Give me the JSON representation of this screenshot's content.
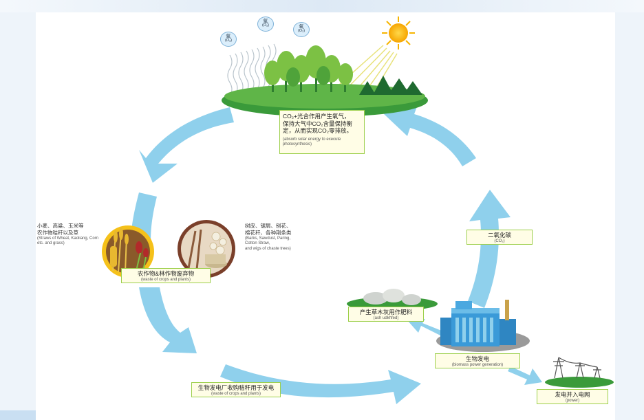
{
  "oxygen_bubbles": [
    {
      "zh": "氧",
      "formula": "(O₂)"
    },
    {
      "zh": "氧",
      "formula": "(O₂)"
    },
    {
      "zh": "氧",
      "formula": "(O₂)"
    }
  ],
  "photosynthesis": {
    "zh_line1": "CO₂+光合作用产生氧气，",
    "zh_line2": "保持大气中CO₂含量保持衡",
    "zh_line3": "定，从而实现CO₂零排放。",
    "en": "(absorb solar energy to execute photosynthesis)"
  },
  "crop_straw": {
    "zh_line1": "小麦、高粱、玉米等",
    "zh_line2": "农作物秸秆以及草",
    "en": "(Straws of Wheat, Kaoliang, Corn etc. and grass)"
  },
  "wood_waste": {
    "zh_line1": "树皮、锯屑、刨花、",
    "zh_line2": "棉花秆、各种荆条类",
    "en_line1": "(Barks, Sawdust, Paring,",
    "en_line2": "Cotton Straw,",
    "en_line3": "and wigs of chaste trees)"
  },
  "waste_box": {
    "zh": "农作物&林作物废弃物",
    "en": "(waste of crops and plants)"
  },
  "co2_box": {
    "zh": "二氧化碳",
    "en": "(CO₂)"
  },
  "ash_box": {
    "zh": "产生草木灰用作肥料",
    "en": "(ash udkhfed)"
  },
  "power_box": {
    "zh": "生物发电",
    "en": "(biomass power generation)"
  },
  "straw_collect_box": {
    "zh": "生物发电厂收购秸秆用于发电",
    "en": "(waste of crops and plants)"
  },
  "grid_box": {
    "zh": "发电并入电网",
    "en": "(power)"
  },
  "colors": {
    "arrow": "#8fd0ec",
    "grass": "#3a9a3a",
    "box_border": "#9ccf4a",
    "box_fill": "#fffde6"
  }
}
